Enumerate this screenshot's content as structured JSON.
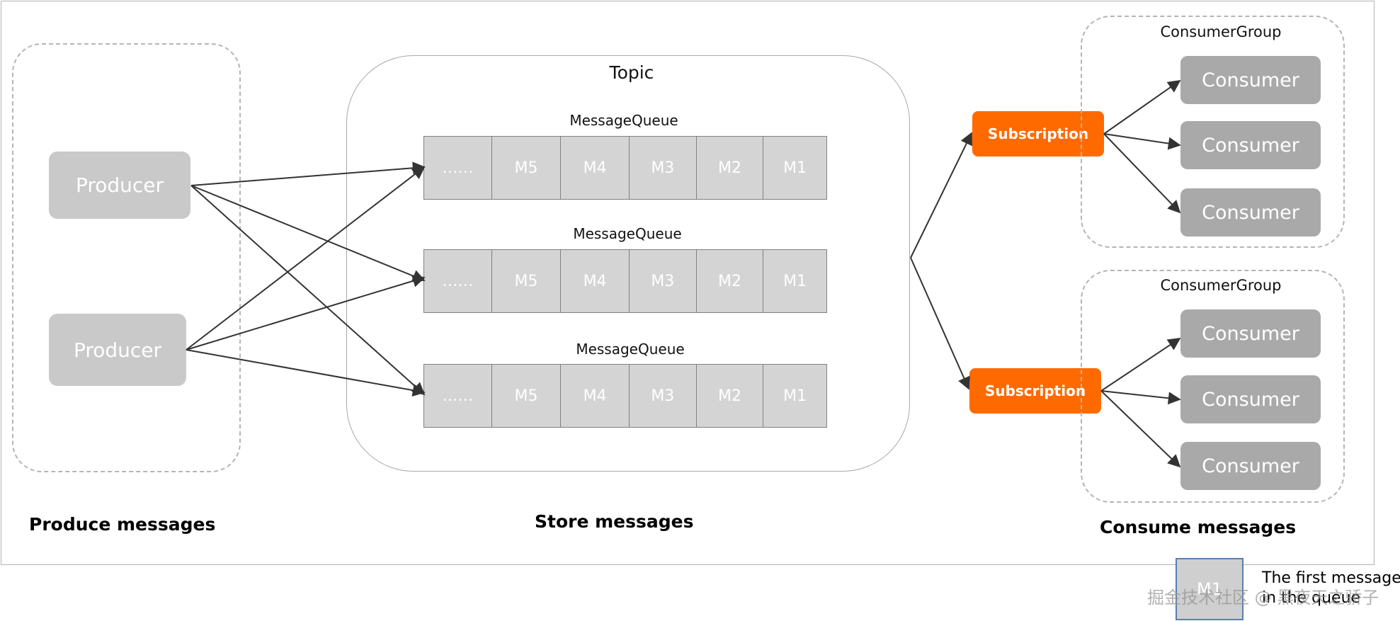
{
  "producers": [
    {
      "label": "Producer"
    },
    {
      "label": "Producer"
    }
  ],
  "topic": {
    "title": "Topic",
    "queues": [
      {
        "title": "MessageQueue",
        "cells": [
          "……",
          "M5",
          "M4",
          "M3",
          "M2",
          "M1"
        ]
      },
      {
        "title": "MessageQueue",
        "cells": [
          "……",
          "M5",
          "M4",
          "M3",
          "M2",
          "M1"
        ]
      },
      {
        "title": "MessageQueue",
        "cells": [
          "……",
          "M5",
          "M4",
          "M3",
          "M2",
          "M1"
        ]
      }
    ]
  },
  "subscriptions": [
    {
      "label": "Subscription"
    },
    {
      "label": "Subscription"
    }
  ],
  "consumer_groups": [
    {
      "title": "ConsumerGroup",
      "consumers": [
        "Consumer",
        "Consumer",
        "Consumer"
      ]
    },
    {
      "title": "ConsumerGroup",
      "consumers": [
        "Consumer",
        "Consumer",
        "Consumer"
      ]
    }
  ],
  "stage_labels": {
    "produce": "Produce messages",
    "store": "Store messages",
    "consume": "Consume messages"
  },
  "legend": {
    "cell": "M1",
    "text_line1": "The first message",
    "text_line2": "in the queue"
  },
  "watermark": "掘金技术社区 @ 黑夜天之骄子",
  "colors": {
    "subscription": "#ff6a00",
    "producer": "#c9c9c9",
    "consumer": "#a9a9a9",
    "queue_cell": "#d4d4d4"
  }
}
